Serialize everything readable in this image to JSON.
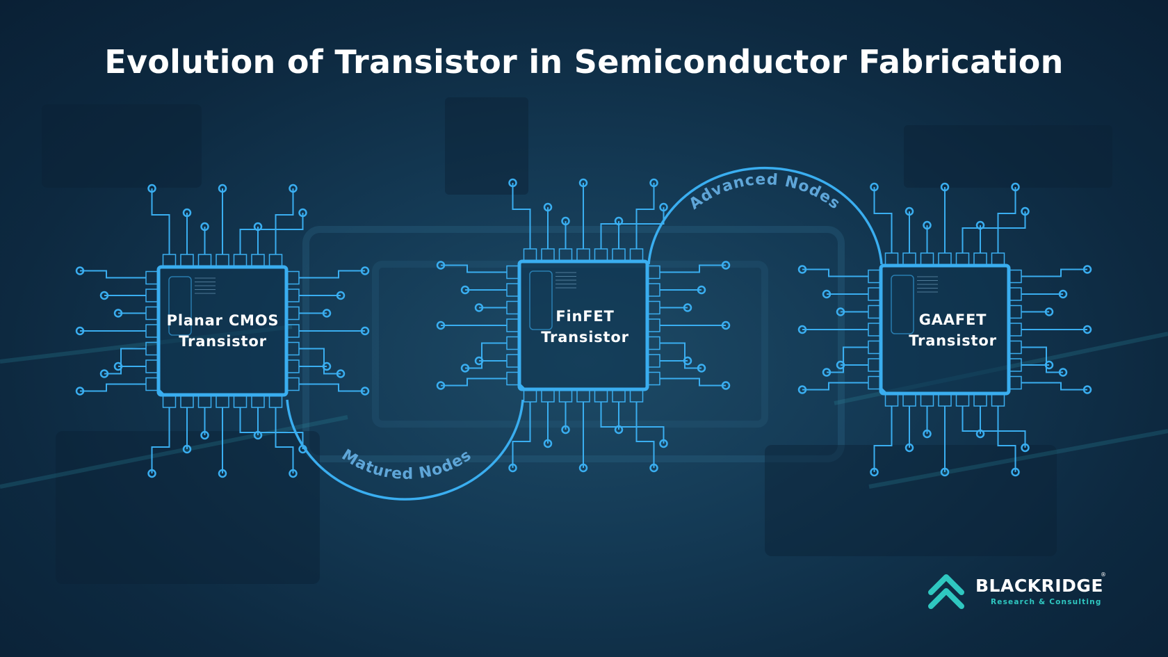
{
  "title": "Evolution of Transistor in Semiconductor Fabrication",
  "chips": [
    {
      "line1": "Planar CMOS",
      "line2": "Transistor"
    },
    {
      "line1": "FinFET",
      "line2": "Transistor"
    },
    {
      "line1": "GAAFET",
      "line2": "Transistor"
    }
  ],
  "arcs": {
    "matured": "Matured Nodes",
    "advanced": "Advanced Nodes"
  },
  "logo": {
    "name": "BLACKRIDGE",
    "subtitle": "Research & Consulting",
    "registered": "®"
  },
  "colors": {
    "accent": "#3aaef0",
    "logo_teal": "#2fc7c0",
    "background": "#143a55"
  }
}
